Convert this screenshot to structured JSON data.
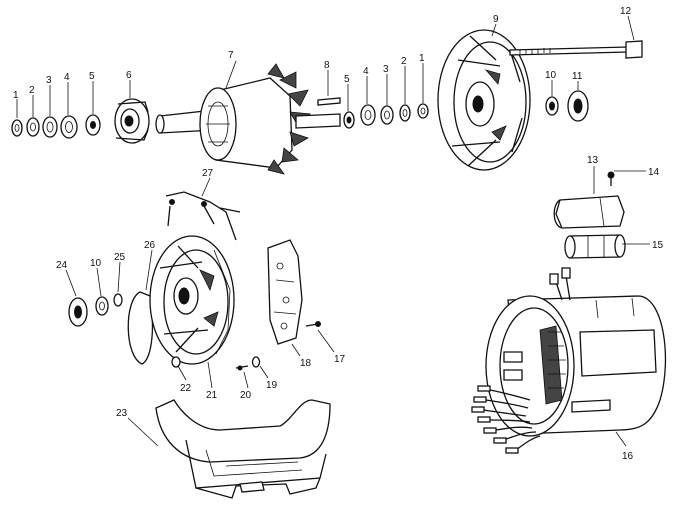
{
  "labels": {
    "l1a": "1",
    "l2a": "2",
    "l3a": "3",
    "l4a": "4",
    "l5a": "5",
    "l6": "6",
    "l7": "7",
    "l8": "8",
    "l5b": "5",
    "l4b": "4",
    "l3b": "3",
    "l2b": "2",
    "l1b": "1",
    "l9": "9",
    "l10a": "10",
    "l11": "11",
    "l12": "12",
    "l13": "13",
    "l14": "14",
    "l15": "15",
    "l16": "16",
    "l17": "17",
    "l18": "18",
    "l19": "19",
    "l20": "20",
    "l21": "21",
    "l22": "22",
    "l23": "23",
    "l24": "24",
    "l10b": "10",
    "l25": "25",
    "l26": "26",
    "l27": "27"
  }
}
